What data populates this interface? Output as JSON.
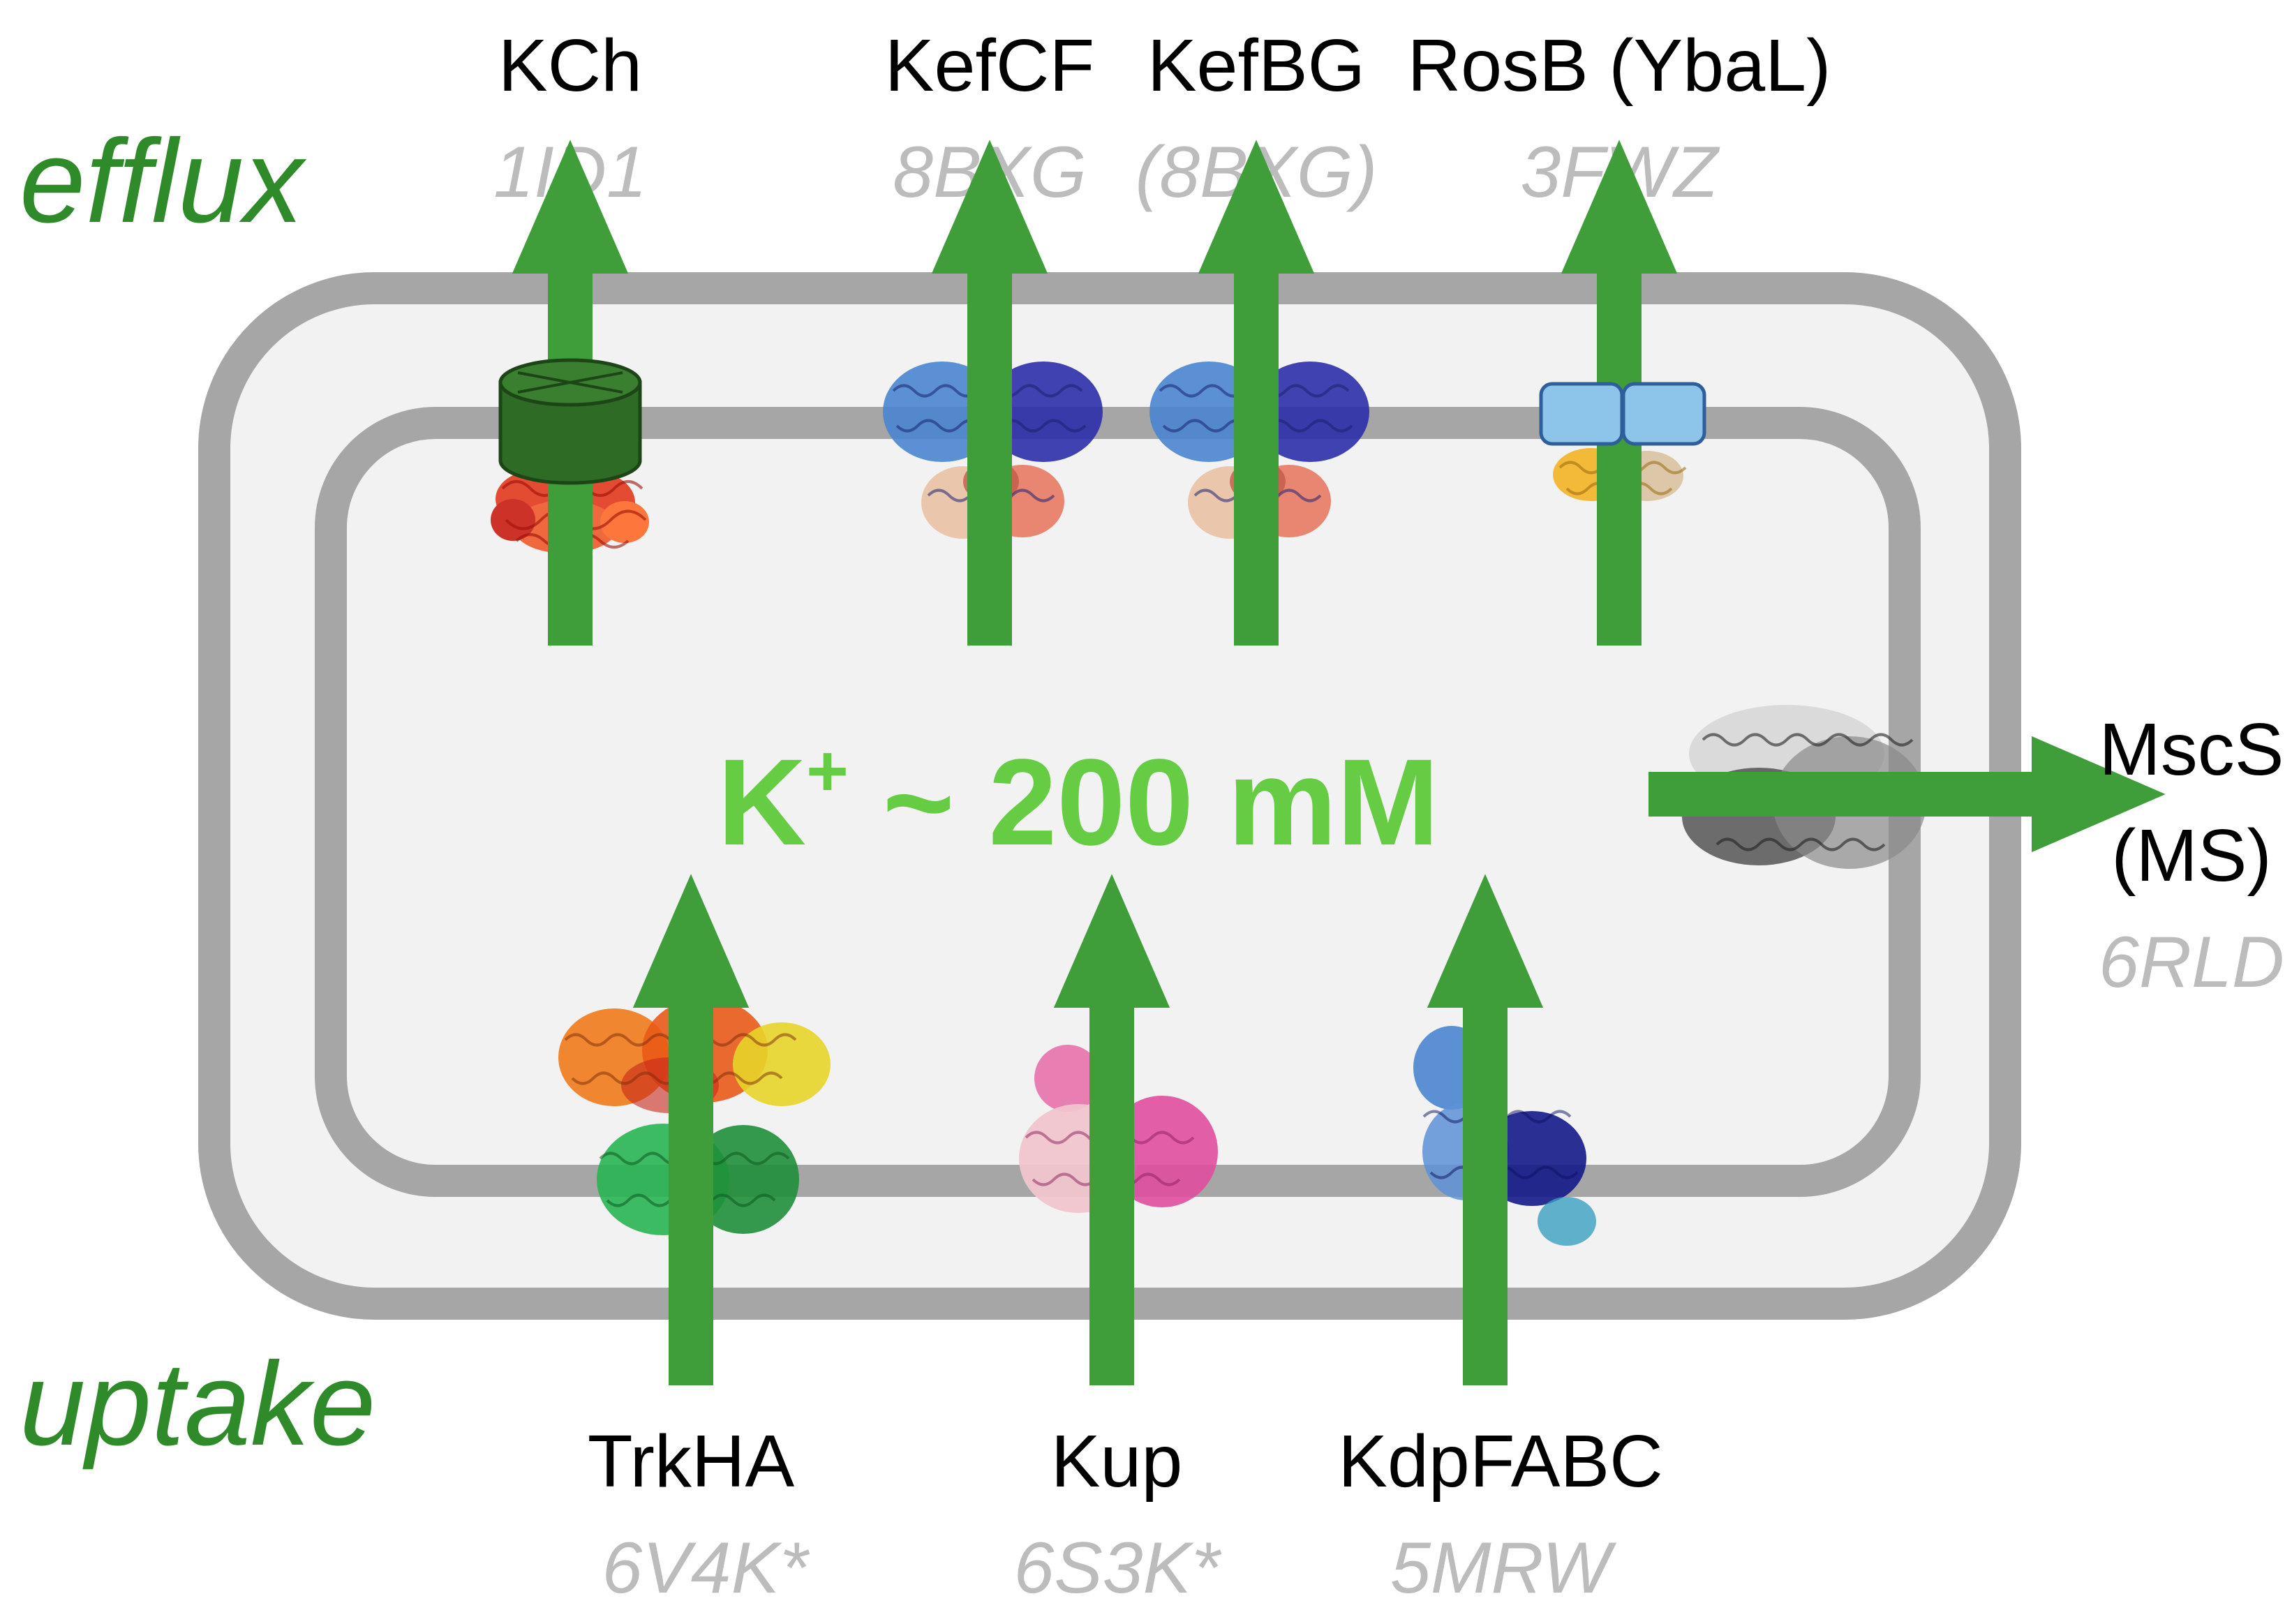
{
  "colors": {
    "arrow": "#3f9e3a",
    "side_label": "#2f8a2a",
    "concentration": "#66cc44",
    "membrane": "#a6a6a6",
    "cell_fill": "#f2f2f2",
    "pdb_text": "#bcbcbc",
    "channel_green": "#2e6b25",
    "rosb_blue": "#8cc4ea"
  },
  "labels": {
    "efflux": "efflux",
    "uptake": "uptake",
    "concentration_base": "K",
    "concentration_sup": "+",
    "concentration_rest": " ~ 200 mM"
  },
  "efflux_systems": [
    {
      "name": "KCh",
      "pdb": "1ID1",
      "icon": "channel-cylinder-icon"
    },
    {
      "name": "KefCF",
      "pdb": "8BXG",
      "icon": "protein-structure-icon"
    },
    {
      "name": "KefBG",
      "pdb": "(8BXG)",
      "icon": "protein-structure-icon"
    },
    {
      "name": "RosB (YbaL)",
      "pdb": "3FWZ",
      "icon": "transporter-block-icon"
    }
  ],
  "uptake_systems": [
    {
      "name": "TrkHA",
      "pdb": "6V4K*",
      "icon": "protein-structure-icon"
    },
    {
      "name": "Kup",
      "pdb": "6S3K*",
      "icon": "protein-structure-icon"
    },
    {
      "name": "KdpFABC",
      "pdb": "5MRW",
      "icon": "protein-structure-icon"
    }
  ],
  "mechanosensitive": {
    "name_line1": "MscS",
    "name_line2": "(MS)",
    "pdb": "6RLD",
    "icon": "protein-structure-icon"
  }
}
